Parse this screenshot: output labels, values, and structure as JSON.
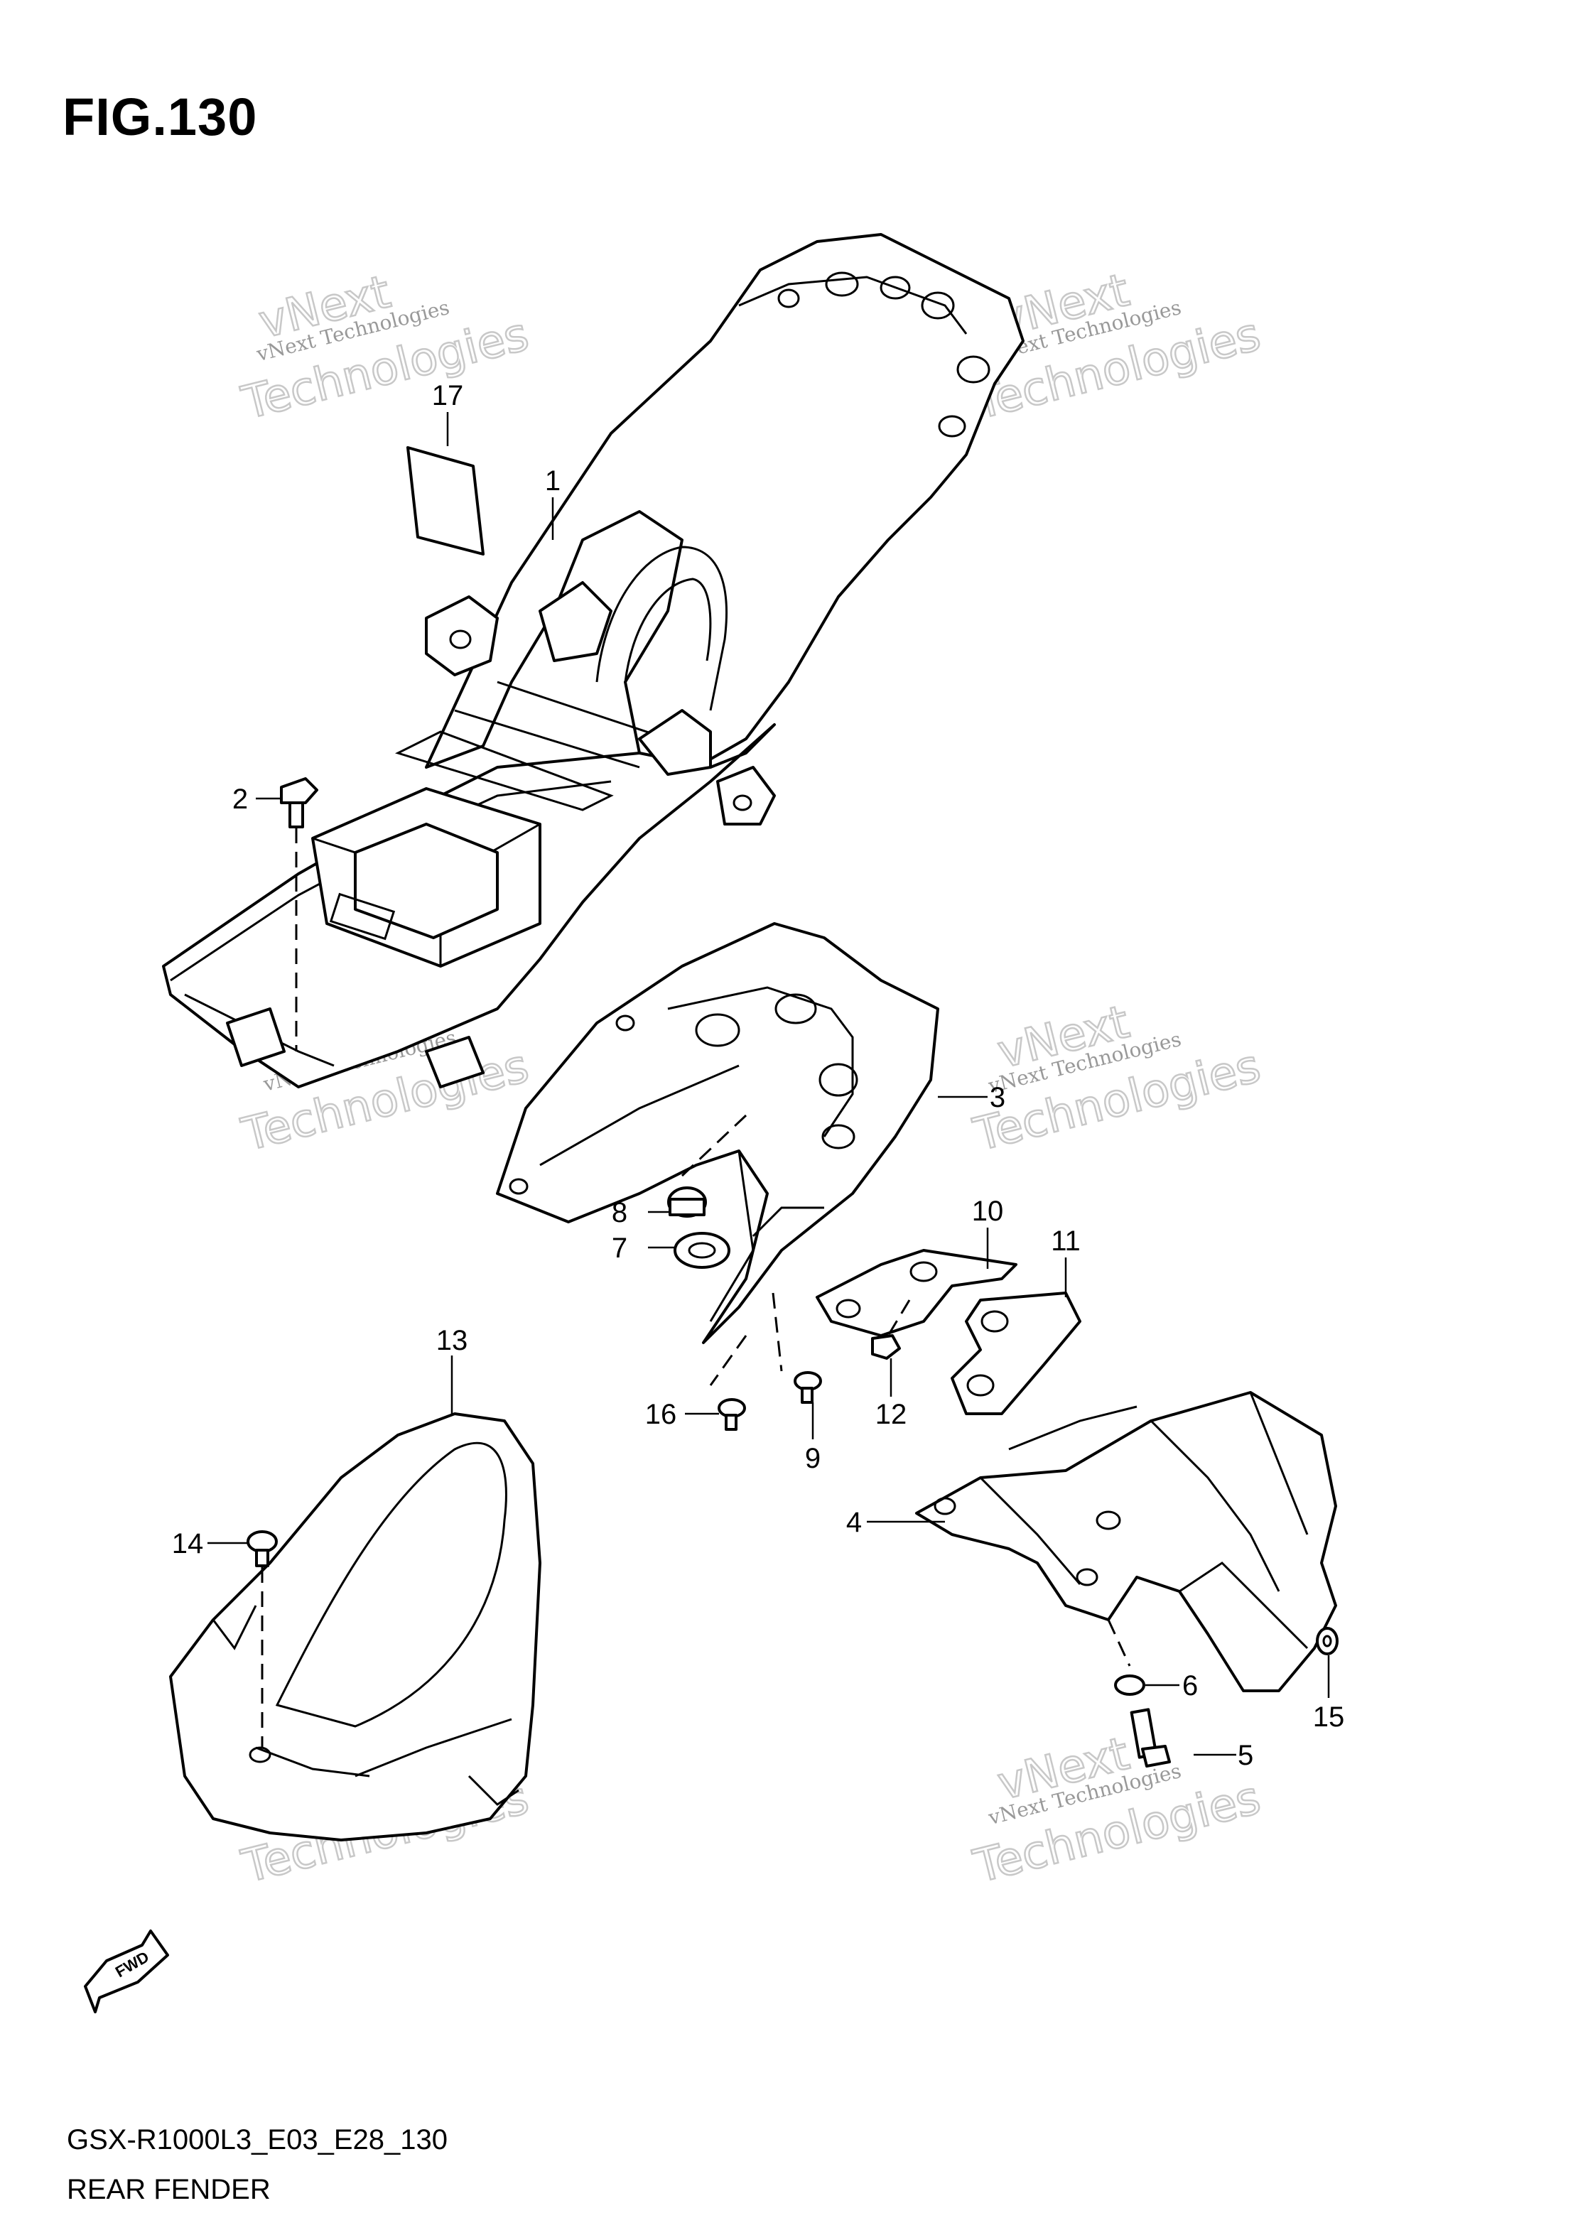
{
  "figure_title": "FIG.130",
  "footer": {
    "model_code": "GSX-R1000L3_E03_E28_130",
    "section_name": "REAR FENDER"
  },
  "watermark": {
    "line1": "vNext Technologies",
    "line2": "vNext",
    "line3": "Technologies"
  },
  "forward_badge": "FWD",
  "callouts": [
    "1",
    "2",
    "3",
    "4",
    "5",
    "6",
    "7",
    "8",
    "9",
    "10",
    "11",
    "12",
    "13",
    "14",
    "15",
    "16",
    "17"
  ]
}
